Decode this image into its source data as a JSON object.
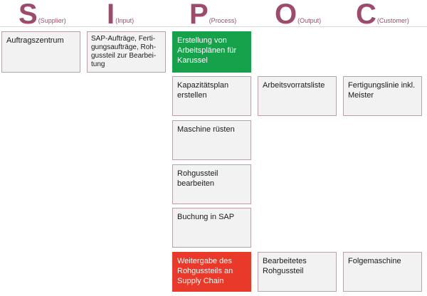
{
  "colors": {
    "letter": "#9e4a6c",
    "box_bg": "#f2f2f2",
    "box_border": "#b8a2a9",
    "green": "#16a24a",
    "red": "#e8392a"
  },
  "headers": {
    "supplier": {
      "letter": "S",
      "label": "(Supplier)"
    },
    "input": {
      "letter": "I",
      "label": "(Input)"
    },
    "process": {
      "letter": "P",
      "label": "(Process)"
    },
    "output": {
      "letter": "O",
      "label": "(Output)"
    },
    "customer": {
      "letter": "C",
      "label": "(Customer)"
    }
  },
  "supplier": {
    "row1": "Auftragszentrum"
  },
  "input": {
    "row1": "SAP-Aufträge, Ferti-gungsaufträge, Roh-gussteil zur Bearbei-tung"
  },
  "process": {
    "step1": "Erstellung von Arbeitsplänen für Karussel",
    "step2": "Kapazitätsplan erstellen",
    "step3": "Maschine rüsten",
    "step4": "Rohgussteil bearbeiten",
    "step5": "Buchung in SAP",
    "step6": "Weitergabe des Rohgussteils an Supply Chain"
  },
  "output": {
    "row2": "Arbeitsvorratsliste",
    "row6": "Bearbeitetes Rohgussteil"
  },
  "customer": {
    "row2": "Fertigungslinie inkl. Meister",
    "row6": "Folgemaschine"
  }
}
